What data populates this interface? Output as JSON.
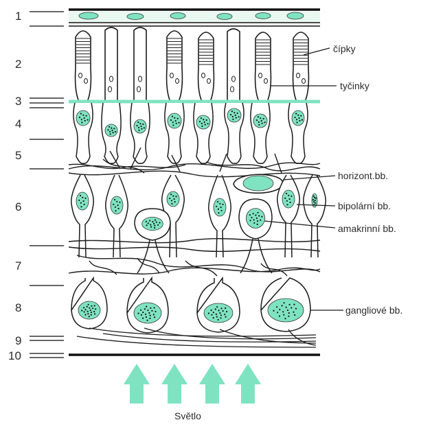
{
  "layers": [
    "1",
    "2",
    "3",
    "4",
    "5",
    "6",
    "7",
    "8",
    "9",
    "10"
  ],
  "labels": {
    "cones": "čípky",
    "rods": "tyčinky",
    "horizontal": "horizont.bb.",
    "bipolar": "bipolární bb.",
    "amacrine": "amakrinní bb.",
    "ganglion": "gangliové bb."
  },
  "light": "Světlo",
  "colors": {
    "accent": "#7fe3c1",
    "line": "#1a1a1a",
    "text": "#2b2b2b"
  }
}
